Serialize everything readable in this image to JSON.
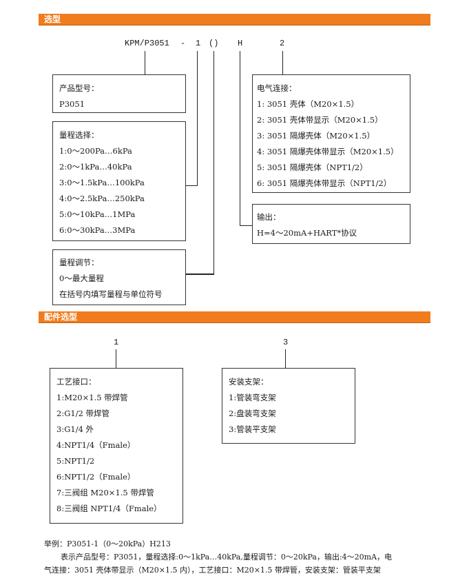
{
  "section1": {
    "title": "选型"
  },
  "code": {
    "model": "KPM/P3051",
    "dash": "-",
    "part1": "1",
    "parens": "()",
    "partH": "H",
    "part2": "2"
  },
  "product_box": {
    "title": "产品型号：",
    "items": [
      "P3051"
    ]
  },
  "range_box": {
    "title": "量程选择：",
    "items": [
      "1:0～200Pa…6kPa",
      "2:0～1kPa…40kPa",
      "3:0～1.5kPa…100kPa",
      "4:0～2.5kPa…250kPa",
      "5:0～10kPa…1MPa",
      "6:0～30kPa…3MPa"
    ]
  },
  "adjust_box": {
    "title": "量程调节：",
    "items": [
      "0～最大量程",
      "在括号内填写量程与单位符号"
    ]
  },
  "electric_box": {
    "title": "电气连接：",
    "items": [
      "1: 3051 壳体（M20×1.5）",
      "2: 3051 壳体带显示（M20×1.5）",
      "3: 3051 隔爆壳体（M20×1.5）",
      "4: 3051 隔爆壳体带显示（M20×1.5）",
      "5: 3051 隔爆壳体（NPT1/2）",
      "6: 3051 隔爆壳体带显示（NPT1/2）"
    ]
  },
  "output_box": {
    "title": "输出：",
    "items": [
      "H=4～20mA+HART*协议"
    ]
  },
  "section2": {
    "title": "配件选型"
  },
  "acc_codes": {
    "c1": "1",
    "c3": "3"
  },
  "process_box": {
    "title": "工艺接口：",
    "items": [
      "1:M20×1.5 带焊管",
      "2:G1/2 带焊管",
      "3:G1/4 外",
      "4:NPT1/4（Fmale）",
      "5:NPT1/2",
      "6:NPT1/2（Fmale）",
      "7:三阀组 M20×1.5 带焊管",
      "8:三阀组 NPT1/4（Fmale）"
    ]
  },
  "bracket_box": {
    "title": "安装支架：",
    "items": [
      "1:管装弯支架",
      "2:盘装弯支架",
      "3:管装平支架"
    ]
  },
  "example": {
    "line1": "举例：P3051-1（0～20kPa）H213",
    "line2": "表示产品型号：P3051，量程选择:0～1kPa…40kPa,量程调节：0～20kPa，输出:4～20mA，电",
    "line3": "气连接：3051 壳体带显示（M20×1.5 内），工艺接口：M20×1.5 带焊管，安装支架：管装平支架"
  },
  "colors": {
    "accent": "#f07c1e"
  }
}
